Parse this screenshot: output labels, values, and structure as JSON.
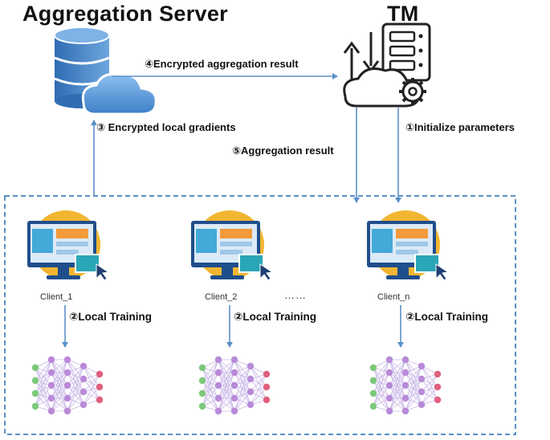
{
  "titles": {
    "aggregation_server": "Aggregation Server",
    "tm": "TM"
  },
  "flows": {
    "step4": "④Encrypted aggregation result",
    "step3": "③ Encrypted local gradients",
    "step5": "⑤Aggregation result",
    "step1": "①Initialize parameters"
  },
  "clients": [
    {
      "name": "Client_1",
      "step": "②Local Training"
    },
    {
      "name": "Client_2",
      "step": "②Local Training"
    },
    {
      "name": "Client_n",
      "step": "②Local Training"
    }
  ],
  "ellipsis": "……",
  "colors": {
    "arrow": "#5b8fc7",
    "dashed_border": "#5b8fc7",
    "database": "#4a7fc1",
    "cloud": "#6aa5e0",
    "monitor_bg": "#f2b531",
    "node_green": "#7cc97a",
    "node_violet": "#b98ad8",
    "node_red": "#e0607e"
  },
  "icons": {
    "server": "database-cloud-icon",
    "tm": "server-cloud-gear-icon",
    "client": "monitor-icon",
    "model": "neural-network-icon"
  }
}
